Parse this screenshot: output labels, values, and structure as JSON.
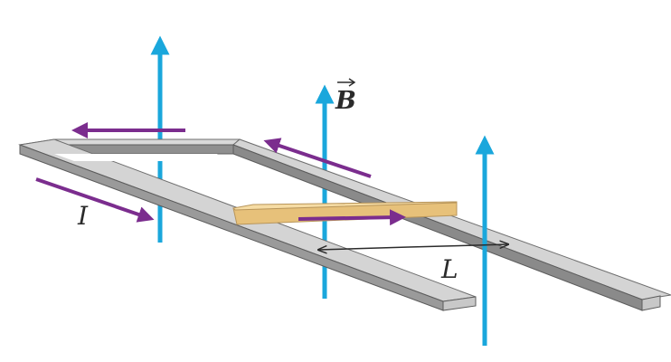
{
  "labels": {
    "current": "I",
    "field": "B",
    "length": "L"
  },
  "colors": {
    "field_arrow": "#1aa7dc",
    "current_arrow": "#7b2d8e",
    "rail_top": "#d9d9d9",
    "rail_side": "#8f8f8f",
    "rail_dark": "#5c5c5c",
    "bar_top": "#f6dca4",
    "bar_side": "#e0b86a",
    "length_arrow": "#2b2b2b"
  }
}
